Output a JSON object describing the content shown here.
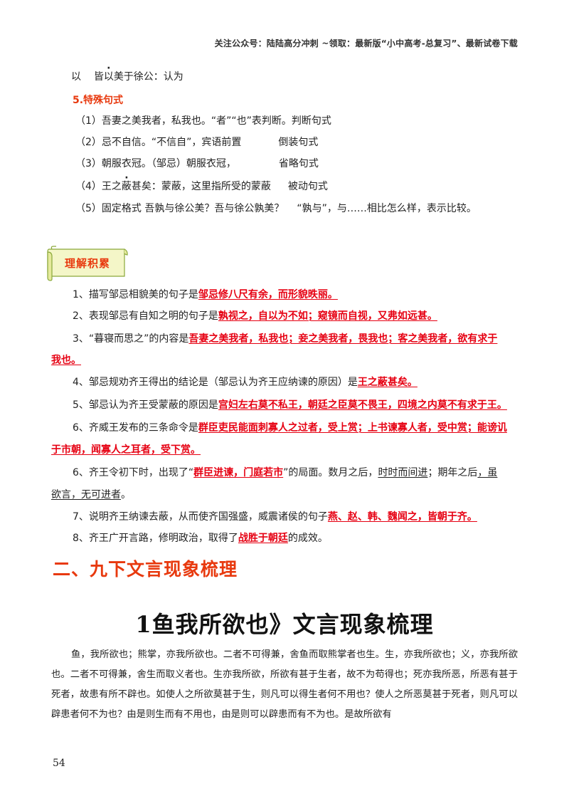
{
  "header": {
    "text": "关注公众号：陆陆高分冲刺  ~领取：最新版“小中高考-总复习”、最新试卷下载"
  },
  "top_line": {
    "a": "以",
    "b": "皆",
    "dot_char": "以",
    "c": "美于徐公：认为"
  },
  "special_section": {
    "title": "5.特殊句式",
    "items": [
      {
        "text": "（1）吾妻之美我者，私我也。“者”“也”表判断。判断句式"
      },
      {
        "main": "（2）忌不自信。“不信自”，宾语前置",
        "tag": "倒装句式"
      },
      {
        "main": "（3）朝服衣冠。（邹忌）朝服衣冠，",
        "tag": "省略句式"
      },
      {
        "pre": "（4）王之",
        "dot_char": "蔽",
        "post": "甚矣：蒙蔽，这里指所受的蒙蔽",
        "tag": "被动句式"
      },
      {
        "pre": "（5）固定格式  吾孰与徐公美？吾与徐公孰美？",
        "post": "“孰与”，与……相比怎么样，表示比较。"
      }
    ]
  },
  "banner": {
    "label": "理解积累"
  },
  "qa": [
    {
      "q": "1、描写邹忌相貌美的句子是",
      "a": "邹忌修八尺有余，而形貌昳丽。"
    },
    {
      "q": "2、表现邹忌有自知之明的句子是",
      "a": "孰视之，自以为不如；窥镜而自视，又弗如远甚。"
    },
    {
      "q": "3、“暮寝而思之”的内容是",
      "a": "吾妻之美我者，私我也；妾之美我者，畏我也；客之美我者，欲有求于",
      "a2": "我也。"
    },
    {
      "q": "4、邹忌规劝齐王得出的结论是（邹忌认为齐王应纳谏的原因）是",
      "a": "王之蔽甚矣。"
    },
    {
      "q": "5、邹忌认为齐王受蒙蔽的原因是",
      "a": "宫妇左右莫不私王，朝廷之臣莫不畏王，四境之内莫不有求于王。"
    },
    {
      "q": "6、齐威王发布的三条命令是",
      "a": "群臣吏民能面刺寡人之过者，受上赏；上书谏寡人者，受中赏；能谤讥",
      "a2": "于市朝，闻寡人之耳者，受下赏。"
    },
    {
      "q": "6、齐王令初下时，出现了“",
      "a": "群臣进谏，门庭若市",
      "q_mid": "”的局面。数月之后，",
      "u1": "时时而间进",
      "q_mid2": "；期年之后",
      "u2": "，虽",
      "u3": "欲言，无可进者",
      "q_end": "。"
    },
    {
      "q": "7、说明齐王纳谏去蔽，从而使齐国强盛，威震诸侯的句子",
      "a": "燕、赵、韩、魏闻之，皆朝于齐。"
    },
    {
      "q": "8、齐王广开言路，修明政治，取得了",
      "a": "战胜于朝廷",
      "q_end": "的成效。"
    }
  ],
  "section2_title": "二、九下文言现象梳理",
  "lesson_title": "1鱼我所欲也》文言现象梳理",
  "passage": "鱼，我所欲也；熊掌，亦我所欲也。二者不可得兼，舍鱼而取熊掌者也生。生，亦我所欲也；义，亦我所欲也。二者不可得兼，舍生而取义者也。生亦我所欲，所欲有甚于生者，故不为苟得也；死亦我所恶，所恶有甚于死者，故患有所不辟也。如使人之所欲莫甚于生，则凡可以得生者何不用也？使人之所恶莫甚于死者，则凡可以辟患者何不为也？由是则生而有不用也，由是则可以辟患而有不为也。是故所欲有",
  "page_number": "54",
  "colors": {
    "accent": "#e8390e",
    "answer": "#e60012",
    "banner_fill": "#f4f6c8",
    "banner_stroke": "#8aa83a"
  }
}
